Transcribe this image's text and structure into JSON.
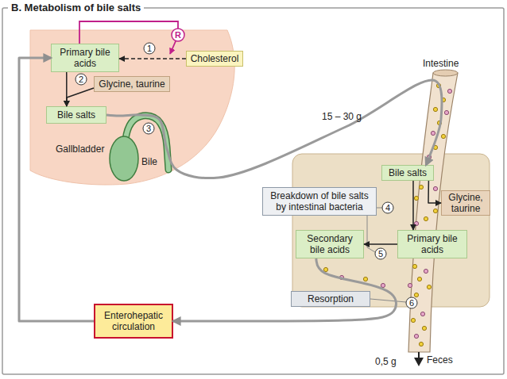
{
  "diagram": {
    "title": "B. Metabolism of bile salts",
    "nodes": [
      {
        "text": [
          "Primary bile acids"
        ]
      },
      {
        "text": [
          "Cholesterol"
        ]
      },
      {
        "text": [
          "Glycine, taurine"
        ]
      },
      {
        "text": [
          "Bile salts"
        ]
      },
      {
        "text": [
          "Bile salts"
        ]
      },
      {
        "text": [
          "Glycine, taurine"
        ]
      },
      {
        "text": [
          "Breakdown of bile salts by intestinal bacteria"
        ]
      },
      {
        "text": [
          "Secondary bile acids"
        ]
      },
      {
        "text": [
          "Primary bile acids"
        ]
      },
      {
        "text": [
          "Resorption"
        ]
      },
      {
        "text": [
          "Enterohepatic circulation"
        ]
      }
    ],
    "edges": [
      {
        "from": 1,
        "to": 0,
        "arrow": "to"
      },
      {
        "from": 0,
        "to": 3,
        "arrow": "to"
      },
      {
        "from": 2,
        "to": 3,
        "arrow": "to"
      },
      {
        "from": 3,
        "to": 4,
        "label": "15 – 30 g",
        "arrow": "to"
      },
      {
        "from": 4,
        "to": 5,
        "arrow": "to"
      },
      {
        "from": 4,
        "to": 8,
        "arrow": "to"
      },
      {
        "from": 8,
        "to": 7,
        "arrow": "to"
      },
      {
        "from": 7,
        "to": 10,
        "arrow": "to"
      },
      {
        "from": 10,
        "to": 0,
        "arrow": "to"
      }
    ],
    "labels": [
      "1",
      "R",
      "2",
      "Gallbladder",
      "3",
      "Bile",
      "Intestine",
      "4",
      "5",
      "6",
      "0,5 g",
      "Feces"
    ]
  }
}
